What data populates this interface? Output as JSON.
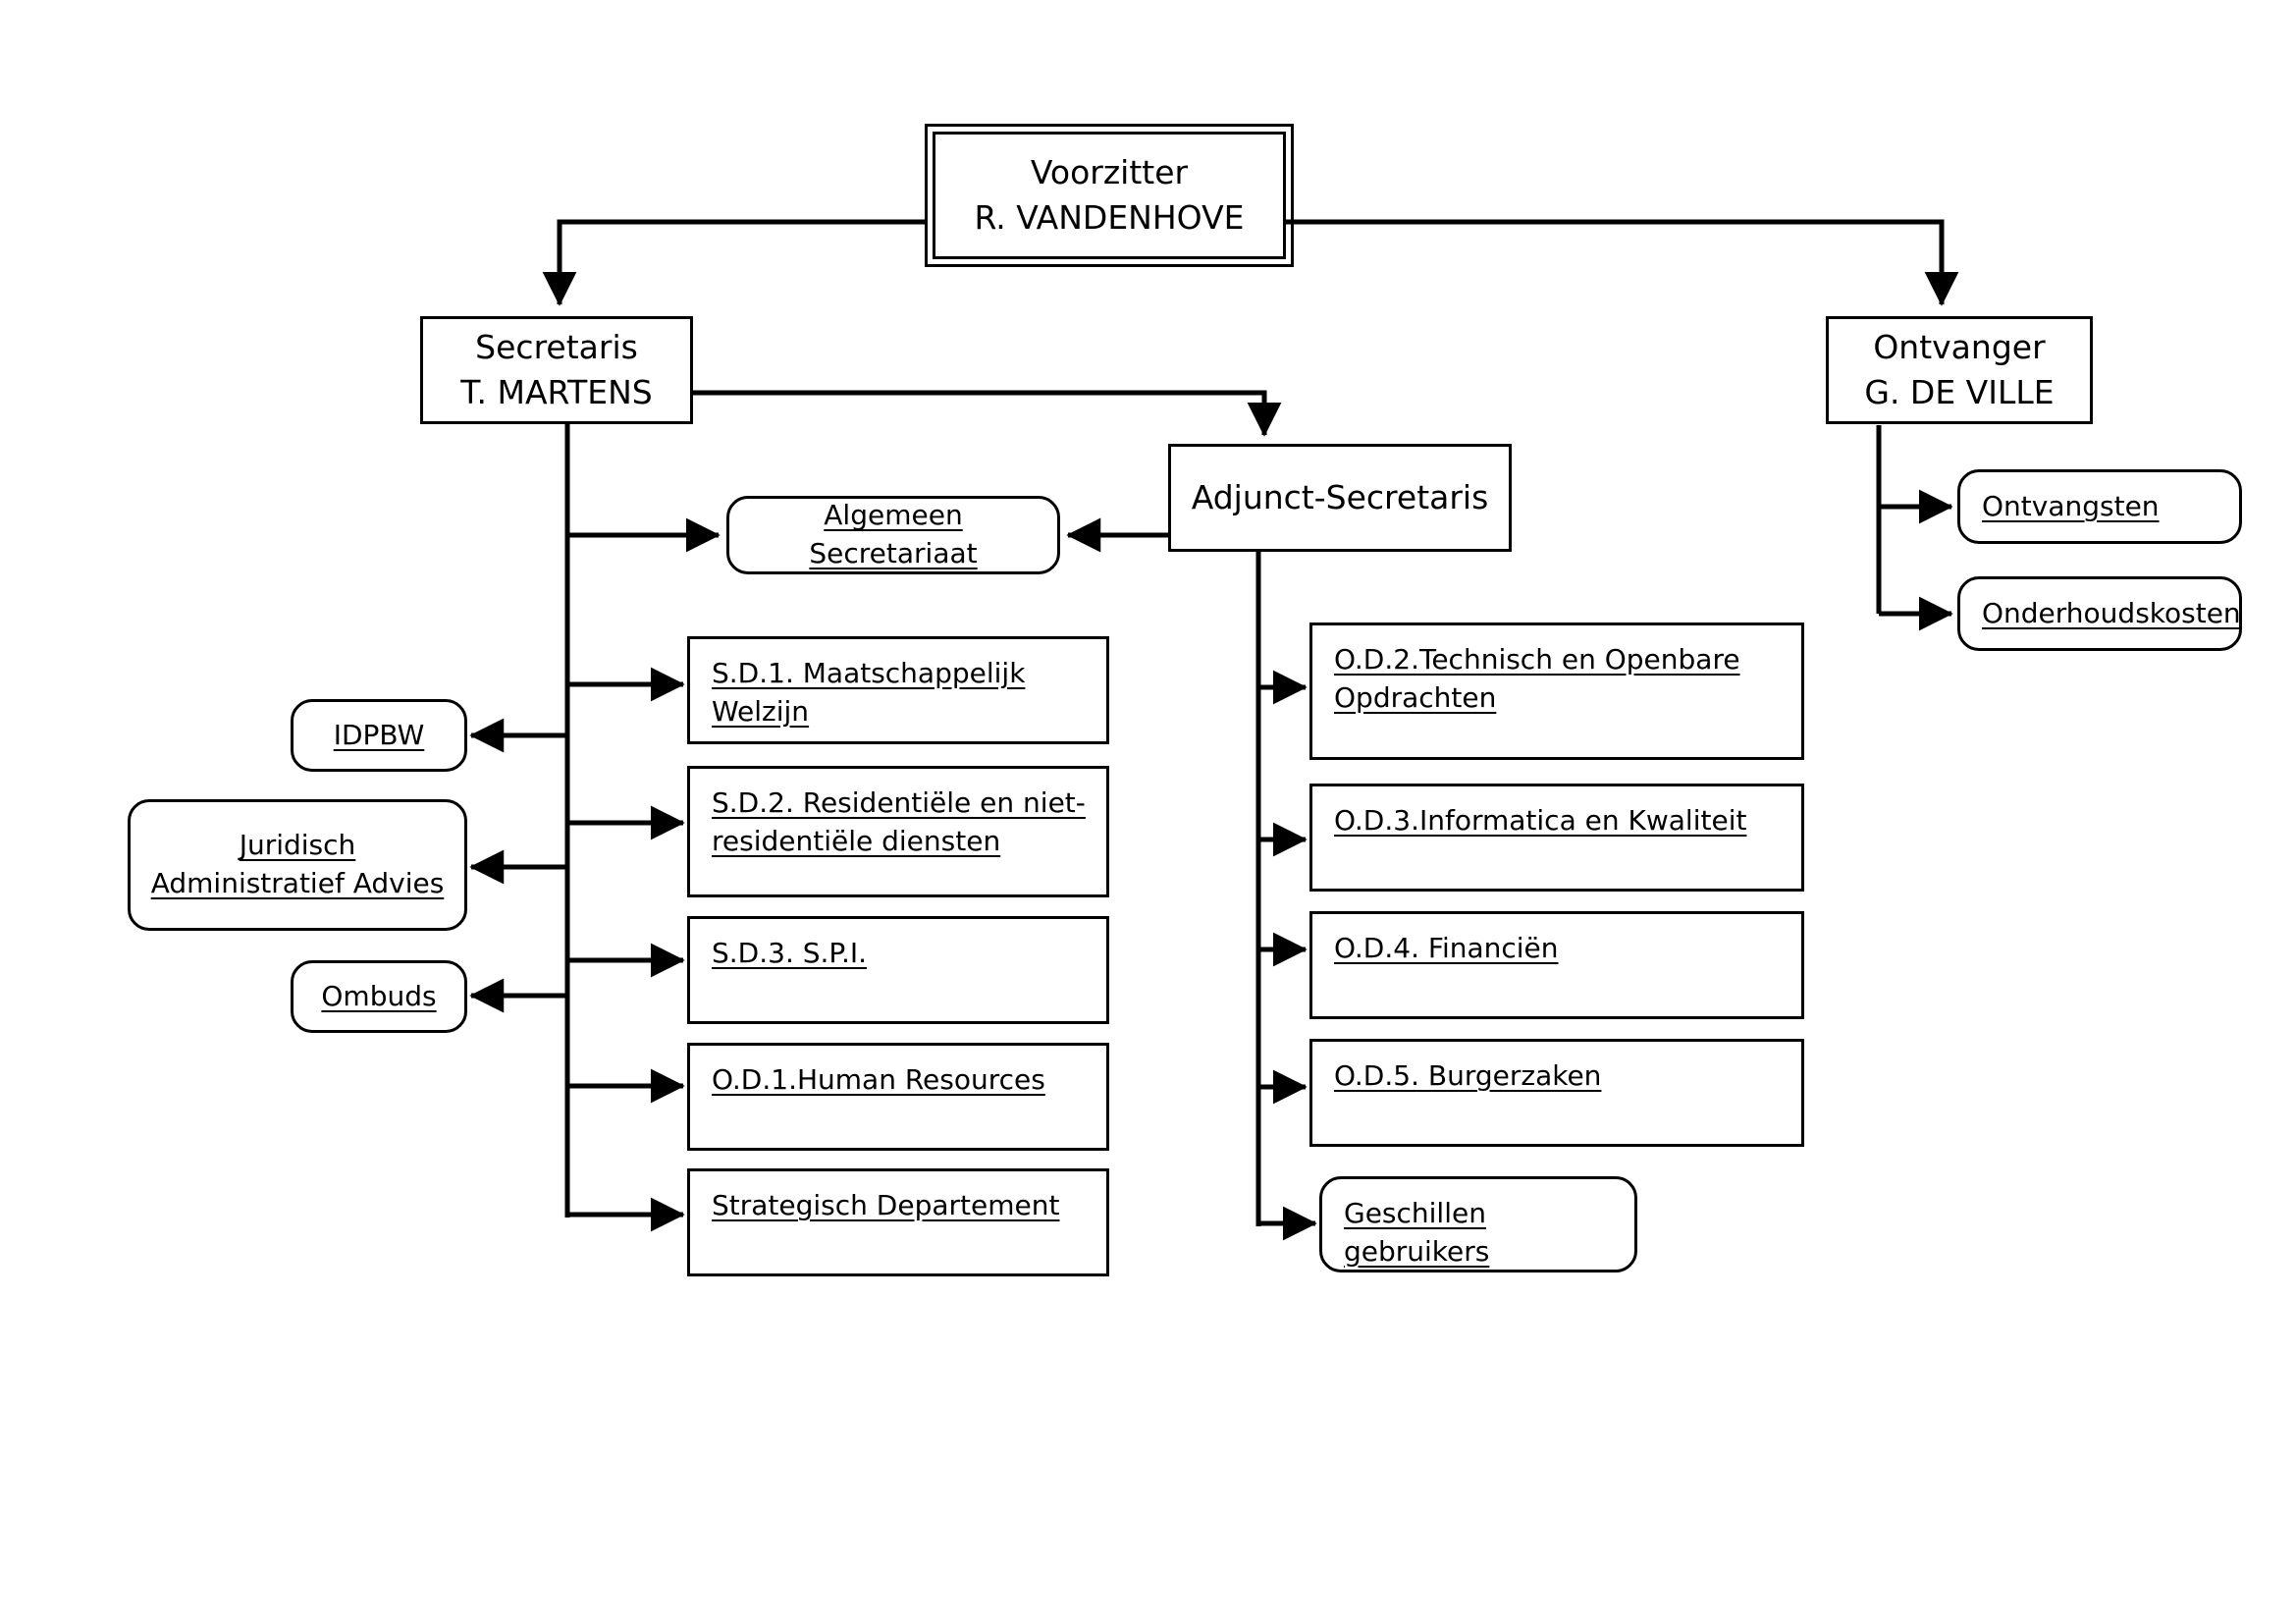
{
  "diagram": {
    "title": "Organigram",
    "line_color": "#000000",
    "box_fill": "#ffffff",
    "text_color": "#000000"
  },
  "nodes": {
    "voorzitter": {
      "role": "Voorzitter",
      "name": "R. VANDENHOVE",
      "label": "Voorzitter\nR. VANDENHOVE"
    },
    "secretaris": {
      "role": "Secretaris",
      "name": "T. MARTENS",
      "label": "Secretaris\nT. MARTENS"
    },
    "ontvanger": {
      "role": "Ontvanger",
      "name": "G. DE VILLE",
      "label": "Ontvanger\nG. DE VILLE"
    },
    "adjunct_secretaris": {
      "label": "Adjunct-Secretaris"
    },
    "algemeen_secretariaat": {
      "label": "Algemeen Secretariaat"
    },
    "idpbw": {
      "label": "IDPBW"
    },
    "juridisch": {
      "label": "Juridisch\nAdministratief Advies"
    },
    "ombuds": {
      "label": "Ombuds"
    },
    "ontvangsten": {
      "label": "Ontvangsten"
    },
    "onderhoudskosten": {
      "label": "Onderhoudskosten"
    },
    "sd1": {
      "label": "S.D.1. Maatschappelijk Welzijn"
    },
    "sd2": {
      "label": "S.D.2. Residentiële en niet-residentiële diensten"
    },
    "sd3": {
      "label": "S.D.3. S.P.I."
    },
    "od1": {
      "label": "O.D.1.Human Resources"
    },
    "strategisch": {
      "label": "Strategisch Departement"
    },
    "od2": {
      "label": "O.D.2.Technisch en Openbare Opdrachten"
    },
    "od3": {
      "label": "O.D.3.Informatica en Kwaliteit"
    },
    "od4": {
      "label": "O.D.4. Financiën"
    },
    "od5": {
      "label": "O.D.5. Burgerzaken"
    },
    "geschillen": {
      "label": "Geschillen gebruikers"
    }
  },
  "edges": [
    {
      "from": "voorzitter",
      "to": "secretaris"
    },
    {
      "from": "voorzitter",
      "to": "ontvanger"
    },
    {
      "from": "secretaris",
      "to": "adjunct_secretaris"
    },
    {
      "from": "secretaris",
      "to": "algemeen_secretariaat"
    },
    {
      "from": "adjunct_secretaris",
      "to": "algemeen_secretariaat"
    },
    {
      "from": "secretaris",
      "to": "sd1"
    },
    {
      "from": "secretaris",
      "to": "idpbw"
    },
    {
      "from": "secretaris",
      "to": "sd2"
    },
    {
      "from": "secretaris",
      "to": "juridisch"
    },
    {
      "from": "secretaris",
      "to": "sd3"
    },
    {
      "from": "secretaris",
      "to": "ombuds"
    },
    {
      "from": "secretaris",
      "to": "od1"
    },
    {
      "from": "secretaris",
      "to": "strategisch"
    },
    {
      "from": "adjunct_secretaris",
      "to": "od2"
    },
    {
      "from": "adjunct_secretaris",
      "to": "od3"
    },
    {
      "from": "adjunct_secretaris",
      "to": "od4"
    },
    {
      "from": "adjunct_secretaris",
      "to": "od5"
    },
    {
      "from": "adjunct_secretaris",
      "to": "geschillen"
    },
    {
      "from": "ontvanger",
      "to": "ontvangsten"
    },
    {
      "from": "ontvanger",
      "to": "onderhoudskosten"
    }
  ]
}
